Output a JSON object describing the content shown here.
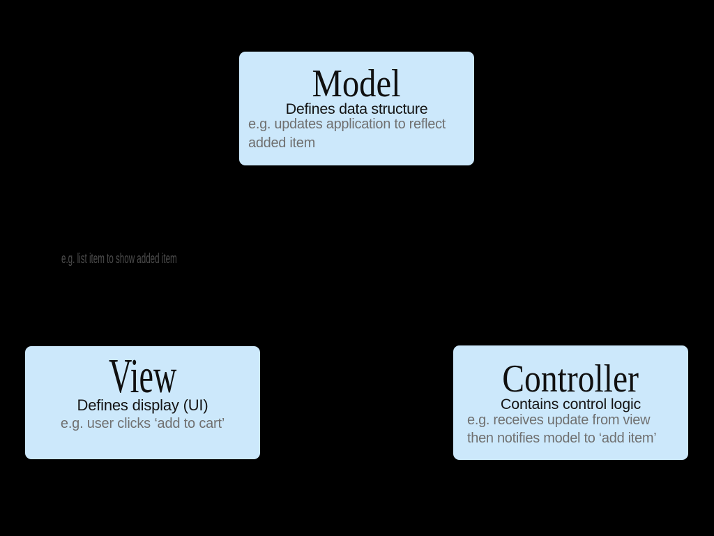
{
  "page": {
    "background_color": "#000000"
  },
  "diagram": {
    "type": "mvc-architecture",
    "box_fill_color": "#cce8fb",
    "title_color": "#101010",
    "subtitle_color": "#141414",
    "example_text_color": "#707070",
    "annotation_color": "#4d4d4d",
    "boxes": [
      {
        "id": "model",
        "title": "Model",
        "subtitle": "Defines data structure",
        "example_lines": [
          "e.g. updates application to reflect",
          "added item"
        ]
      },
      {
        "id": "view",
        "title": "View",
        "subtitle": "Defines display (UI)",
        "example_lines": [
          "e.g. user clicks ‘add to cart’"
        ]
      },
      {
        "id": "controller",
        "title": "Controller",
        "subtitle": "Contains control logic",
        "example_lines": [
          "e.g. receives update from view",
          "then notifies model to ‘add item’"
        ]
      }
    ],
    "annotations": [
      {
        "id": "view-update-note",
        "text": "e.g. list item to show added item"
      }
    ]
  }
}
